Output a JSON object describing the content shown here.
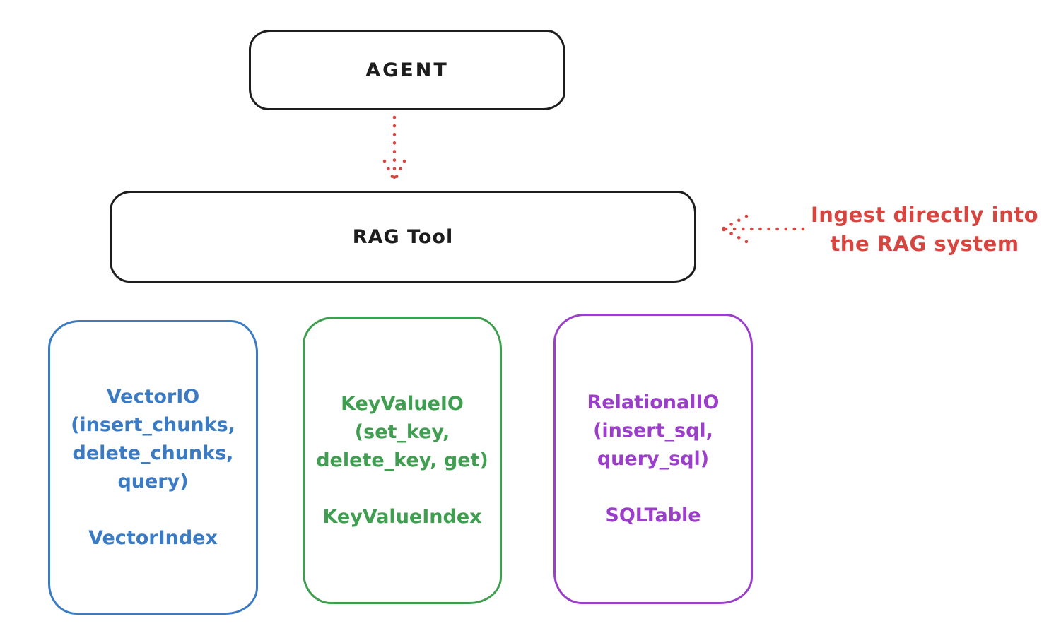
{
  "diagram": {
    "agent_box": {
      "label": "AGENT"
    },
    "rag_box": {
      "label": "RAG Tool"
    },
    "annotation": {
      "line1": "Ingest directly into",
      "line2": "the RAG system",
      "color": "#d64540"
    },
    "arrows": [
      {
        "name": "agent-to-rag",
        "style": "dotted",
        "direction": "down",
        "color": "#d64540"
      },
      {
        "name": "ingest-into-rag",
        "style": "dotted",
        "direction": "left",
        "color": "#d64540"
      }
    ],
    "storage_boxes": [
      {
        "id": "vector",
        "color": "#3a7bc4",
        "lines": [
          "VectorIO",
          "(insert_chunks,",
          "delete_chunks,",
          "query)"
        ],
        "index_label": "VectorIndex"
      },
      {
        "id": "keyvalue",
        "color": "#3f9e4f",
        "lines": [
          "KeyValueIO",
          "(set_key,",
          "delete_key, get)"
        ],
        "index_label": "KeyValueIndex"
      },
      {
        "id": "relational",
        "color": "#9b3ec9",
        "lines": [
          "RelationalIO",
          "(insert_sql,",
          "query_sql)"
        ],
        "index_label": "SQLTable"
      }
    ]
  }
}
